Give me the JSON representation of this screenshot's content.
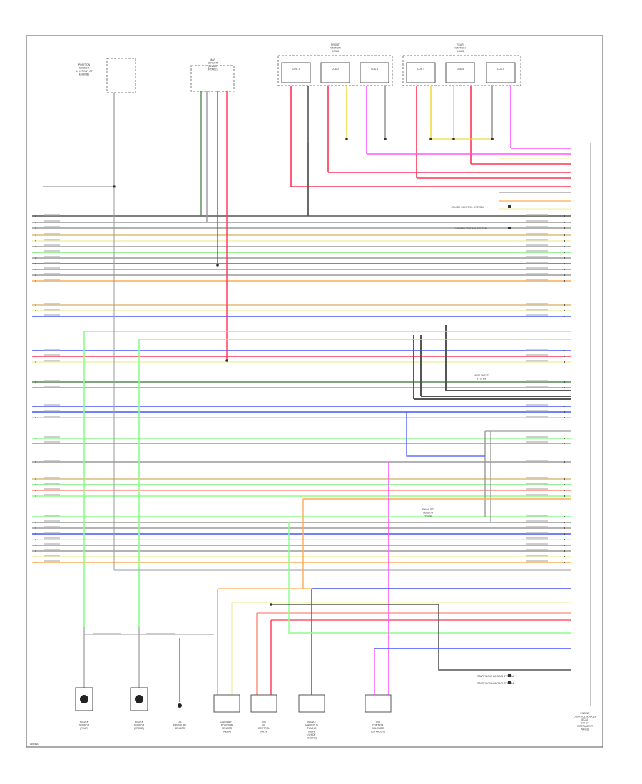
{
  "colors": {
    "border": "#555555",
    "gray": "#9a9a9a",
    "red": "#ff3355",
    "pink": "#ff99cc",
    "magenta": "#ff55ff",
    "yellow": "#eedd44",
    "green": "#77ee77",
    "lightgreen": "#88ff88",
    "darkgreen": "#558855",
    "blue": "#4455ff",
    "orange": "#ffaa55",
    "tan": "#ddbb77",
    "salmon": "#ff8877",
    "darkgray": "#555555",
    "lightyellow": "#f0f0aa"
  },
  "labels": {
    "engine_ecm": "ENGINE CONTROL MODULE (ECM)",
    "engine_ecm_lines": [
      "ENGINE",
      "CONTROL MODULE",
      "(ECM)",
      "(RH OF",
      "INSTRUMENT",
      "PANEL)"
    ],
    "position_sensor_top": [
      "POSITION",
      "SENSOR",
      "(LH FRONT OF",
      "ENGINE)"
    ],
    "mode_sensor": [
      "MAF",
      "SENSOR",
      "(ON AIR",
      "INTAKE)"
    ],
    "front_group_1": [
      "FRONT",
      "IGNITION",
      "COILS"
    ],
    "front_group_2": [
      "REAR",
      "IGNITION",
      "COILS"
    ],
    "coil_names": [
      "COIL 1",
      "COIL 2",
      "COIL 3",
      "COIL 4",
      "COIL 5",
      "COIL 6"
    ],
    "cruise_ctrl_1": "CRUISE CONTROL SYSTEM",
    "cruise_ctrl_2": "CRUISE CONTROL SYSTEM",
    "anti_theft": [
      "ANTI-THEFT",
      "SYSTEM"
    ],
    "exhaust_sensor": [
      "EXHAUST",
      "SENSOR",
      "FRONT"
    ],
    "starting_system_1": "STARTING/CHARGING SYSTEM",
    "starting_system_2": "STARTING/CHARGING SYSTEM",
    "bottom_components": [
      [
        "KNOCK",
        "SENSOR",
        "(REAR)"
      ],
      [
        "KNOCK",
        "SENSOR",
        "(FRONT)"
      ],
      [
        "OIL",
        "PRESSURE",
        "SENSOR"
      ],
      [
        "CAMSHAFT",
        "POSITION",
        "SENSOR",
        "(REAR)"
      ],
      [
        "VVT",
        "OIL",
        "CONTROL",
        "VALVE"
      ],
      [
        "INTAKE",
        "MANIFOLD",
        "TUNING",
        "VALVE",
        "(LH OF",
        "ENGINE)"
      ],
      [
        "VVT",
        "CONTROL",
        "SOLENOID",
        "(LH FRONT)"
      ]
    ],
    "footer_left": "WIRING"
  }
}
